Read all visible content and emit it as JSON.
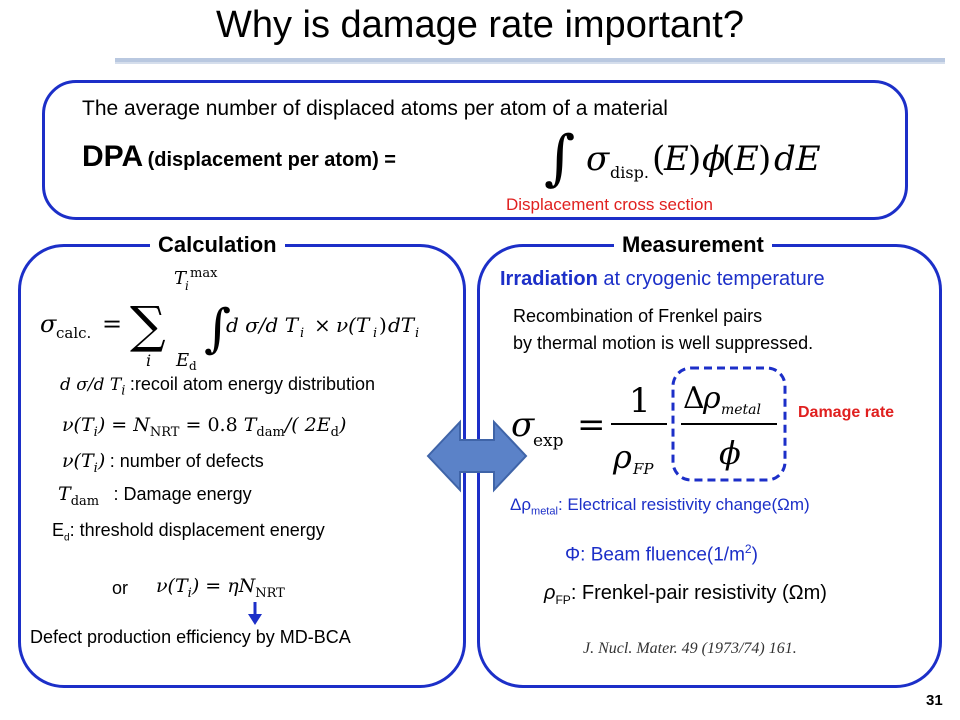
{
  "title": "Why is damage rate important?",
  "top_box": {
    "definition": "The average number of displaced atoms per atom of a material",
    "dpa_label": "DPA",
    "dpa_paren": "(displacement per atom) =",
    "xs_note": "Displacement cross section"
  },
  "calculation": {
    "heading": "Calculation",
    "recoil_desc": ":recoil atom energy distribution",
    "nrt_value": "0.8",
    "defects_desc": ": number of defects",
    "damage_energy_desc": ": Damage energy",
    "ed_label": "E",
    "ed_sub": "d",
    "ed_desc": ": threshold displacement energy",
    "or_label": "or",
    "efficiency_note": "Defect production efficiency by MD-BCA"
  },
  "measurement": {
    "heading": "Measurement",
    "irradiation_bold": "Irradiation",
    "irradiation_rest": " at cryogenic temperature",
    "recomb_line1": "Recombination of Frenkel pairs",
    "recomb_line2": "by thermal motion is well suppressed.",
    "damage_rate_label": "Damage rate",
    "drho_sym": "Δρ",
    "drho_sub": "metal",
    "drho_desc": ": Electrical resistivity change(Ωm)",
    "phi_prefix": "Φ: Beam fluence(1/m",
    "phi_exp": "2",
    "phi_suffix": ")",
    "rho_sym": "ρ",
    "rho_sub": "FP",
    "rho_desc": ": Frenkel-pair resistivity (Ωm)",
    "reference": "J. Nucl. Mater. 49 (1973/74) 161."
  },
  "page_number": "31",
  "colors": {
    "box_border": "#1c2fc8",
    "accent_red": "#e0201f",
    "arrow_fill": "#5b82c8"
  },
  "icons": {
    "double_arrow": "left-right-arrow-icon",
    "down_arrow": "down-arrow-icon"
  }
}
